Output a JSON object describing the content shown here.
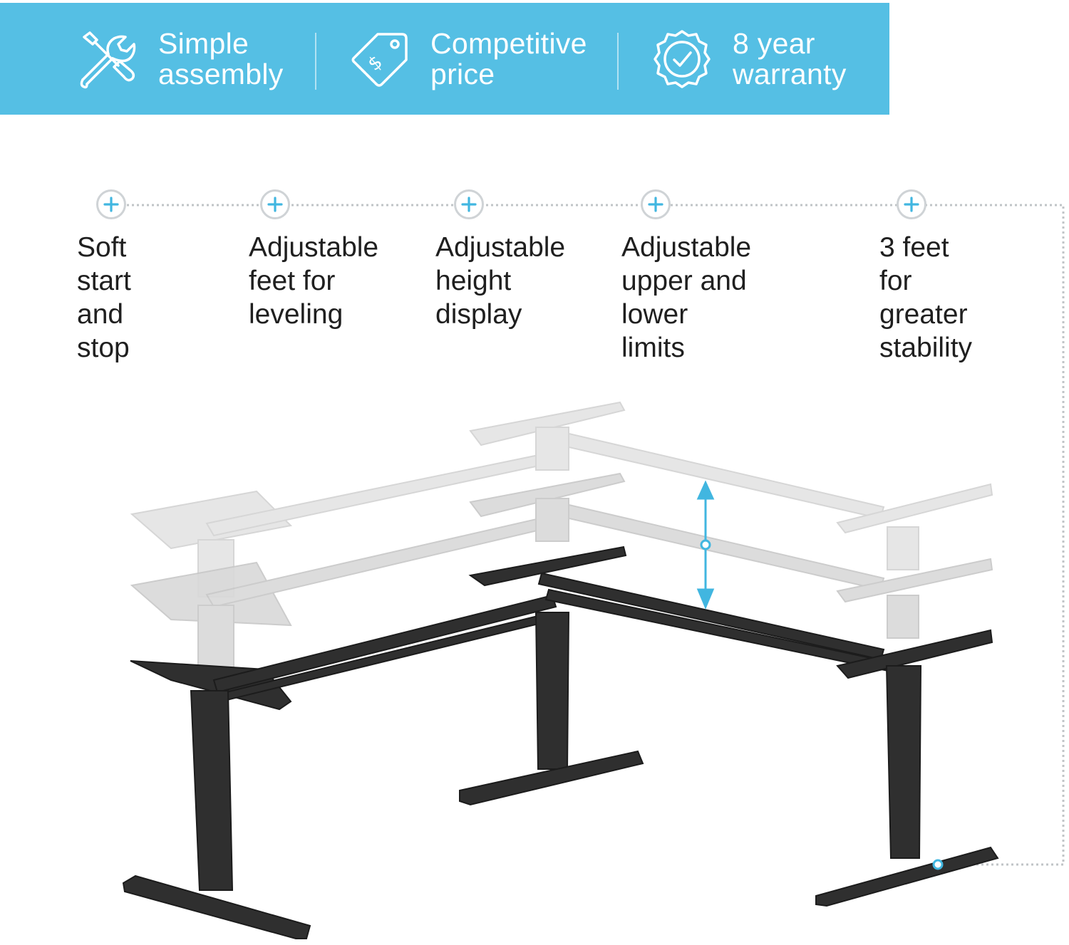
{
  "banner": {
    "background": "#55bfe4",
    "items": [
      {
        "icon": "tools-icon",
        "text": "Simple\nassembly"
      },
      {
        "icon": "price-tag-icon",
        "text": "Competitive\nprice"
      },
      {
        "icon": "warranty-badge-icon",
        "text": "8 year\nwarranty"
      }
    ]
  },
  "features": [
    {
      "icon": "plus-icon",
      "text": "Soft start\nand stop"
    },
    {
      "icon": "plus-icon",
      "text": "Adjustable\nfeet for\nleveling"
    },
    {
      "icon": "plus-icon",
      "text": "Adjustable\nheight\ndisplay"
    },
    {
      "icon": "plus-icon",
      "text": "Adjustable\nupper and lower\nlimits"
    },
    {
      "icon": "plus-icon",
      "text": "3 feet\nfor greater\nstability"
    }
  ],
  "colors": {
    "accent": "#41b6e0",
    "frame": "#2b2b2b",
    "ghost_frame": "#c9c9c9",
    "connector": "#c0c4c7"
  }
}
